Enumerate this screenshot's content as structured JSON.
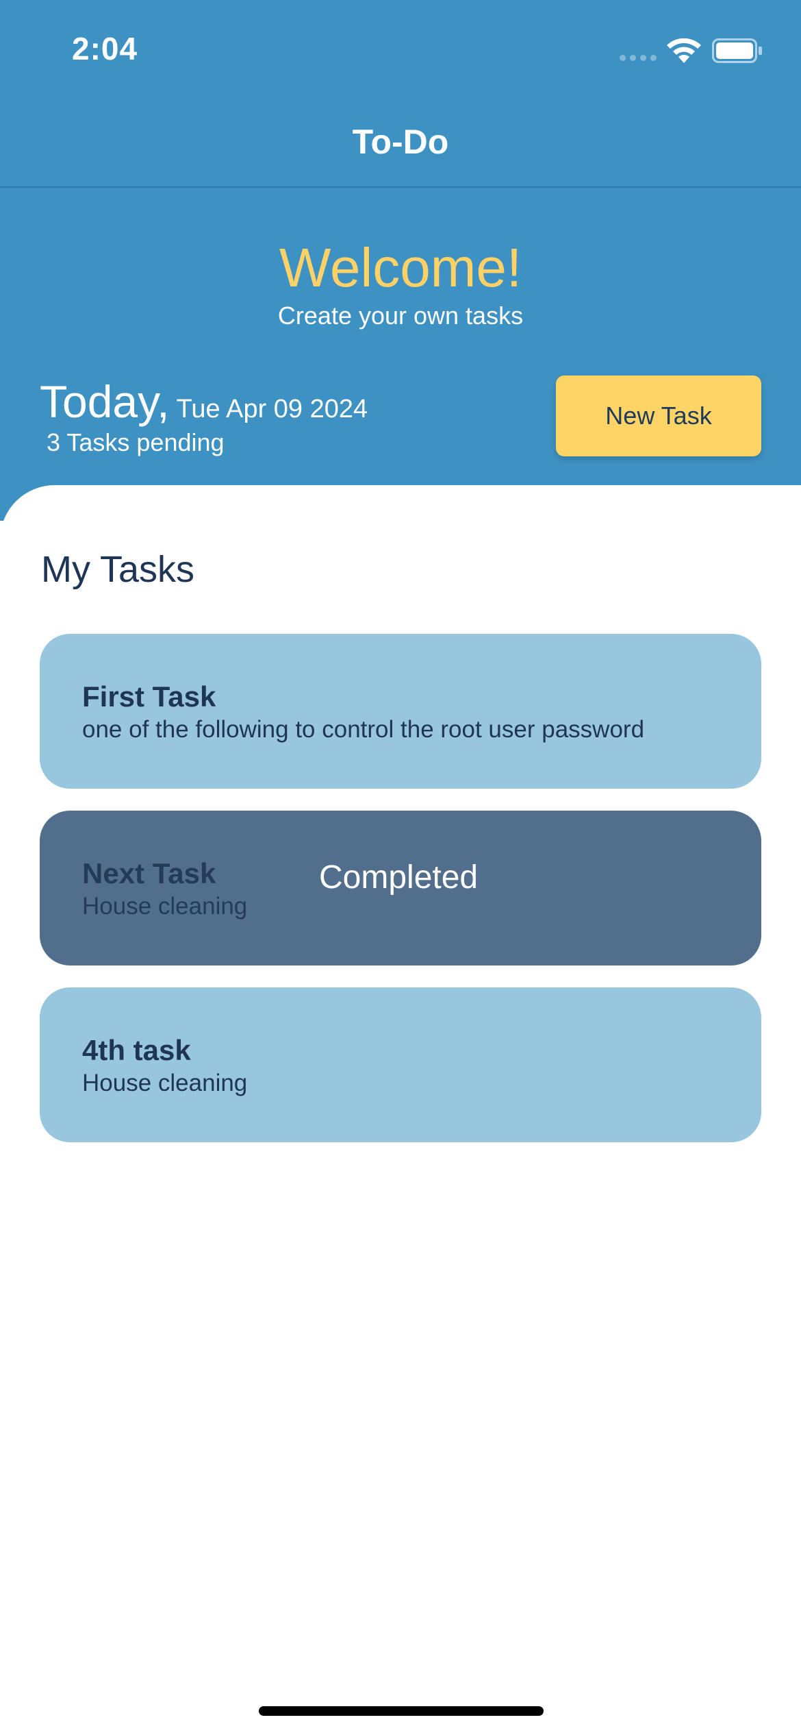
{
  "status_bar": {
    "time": "2:04"
  },
  "nav": {
    "title": "To-Do"
  },
  "header": {
    "welcome": "Welcome!",
    "subtitle": "Create your own tasks",
    "today_label": "Today,",
    "date": "Tue Apr 09 2024",
    "pending": "3 Tasks pending",
    "new_task_label": "New Task"
  },
  "tasks_section": {
    "title": "My Tasks",
    "items": [
      {
        "title": "First Task",
        "description": "one of the following to control the root user password",
        "completed": false
      },
      {
        "title": "Next Task",
        "description": "House cleaning",
        "completed": true,
        "status_label": "Completed"
      },
      {
        "title": "4th task",
        "description": "House cleaning",
        "completed": false
      }
    ]
  },
  "colors": {
    "header_blue": "#3e92c3",
    "accent_yellow": "#ffd166",
    "card_light": "#99c6df",
    "card_completed": "#516f8c",
    "text_dark": "#1e3556"
  },
  "icons": {
    "signal": "cellular-signal-icon",
    "wifi": "wifi-icon",
    "battery": "battery-icon"
  }
}
